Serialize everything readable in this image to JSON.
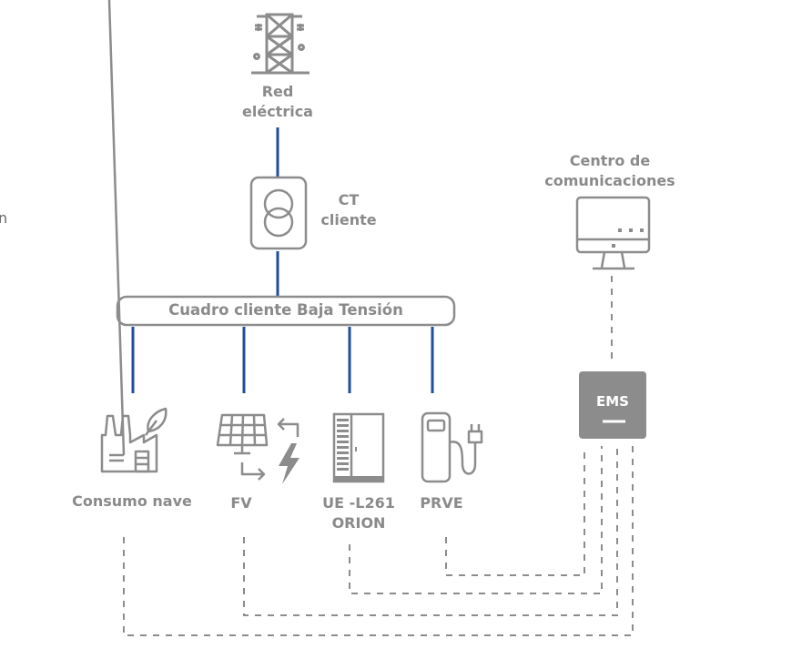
{
  "diagram": {
    "left_edge_fragment": "n",
    "grid": {
      "label_line1": "Red",
      "label_line2": "eléctrica",
      "icon": "power-tower-icon"
    },
    "ct": {
      "label_line1": "CT",
      "label_line2": "cliente",
      "icon": "transformer-icon"
    },
    "bus": {
      "label": "Cuadro cliente Baja Tensión"
    },
    "comms": {
      "label_line1": "Centro de",
      "label_line2": "comunicaciones",
      "icon": "monitor-icon"
    },
    "ems": {
      "label": "EMS"
    },
    "loads": [
      {
        "label_line1": "Consumo nave",
        "label_line2": "",
        "icon": "factory-leaf-icon"
      },
      {
        "label_line1": "FV",
        "label_line2": "",
        "icon": "solar-panel-icon"
      },
      {
        "label_line1": "UE -L261",
        "label_line2": "ORION",
        "icon": "battery-cabinet-icon"
      },
      {
        "label_line1": "PRVE",
        "label_line2": "",
        "icon": "ev-charger-icon"
      }
    ],
    "colors": {
      "power_line": "#1f4e9a",
      "icon": "#8c8c8c",
      "ems_fill": "#8c8c8c",
      "text": "#8a8a8a",
      "comm_line": "#8c8c8c"
    }
  }
}
